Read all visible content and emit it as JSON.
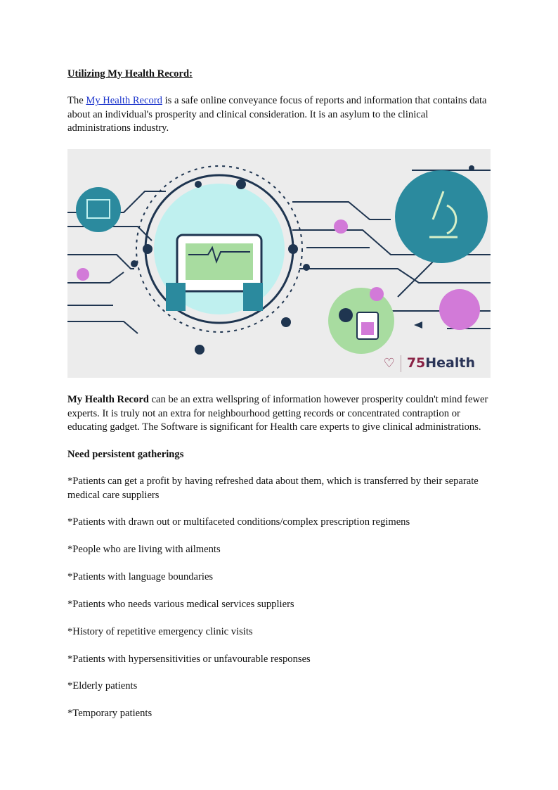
{
  "heading": "Utilizing My Health Record:",
  "intro": {
    "before": "The ",
    "link": "My Health Record",
    "after": " is a safe online conveyance focus of reports and information that contains data about an individual's prosperity and clinical consideration. It is an asylum to the clinical administrations industry."
  },
  "figure": {
    "logo_text_number": "75",
    "logo_text_word": "Health",
    "logo_icon": "heart-pill-icon"
  },
  "para2": {
    "bold": "My Health Record",
    "rest": " can be an extra wellspring of information however prosperity couldn't mind fewer experts. It is truly not an extra for neighbourhood getting records or concentrated contraption or educating gadget. The Software is significant for Health care experts to give clinical administrations."
  },
  "subheading": "Need persistent gatherings",
  "bullets": [
    "*Patients can get a profit by having refreshed data about them, which is transferred by their separate medical care suppliers",
    "*Patients with drawn out or multifaceted conditions/complex prescription regimens",
    "*People who are living with ailments",
    "*Patients with language boundaries",
    "*Patients who needs various medical services suppliers",
    "*History of repetitive emergency clinic visits",
    "*Patients with hypersensitivities or unfavourable responses",
    "*Elderly patients",
    "*Temporary patients"
  ],
  "colors": {
    "link": "#1a33cc",
    "teal": "#2b8a9e",
    "navy": "#1f3550",
    "pink": "#d27ad8",
    "green": "#a8dca0",
    "brand": "#8a2346"
  }
}
